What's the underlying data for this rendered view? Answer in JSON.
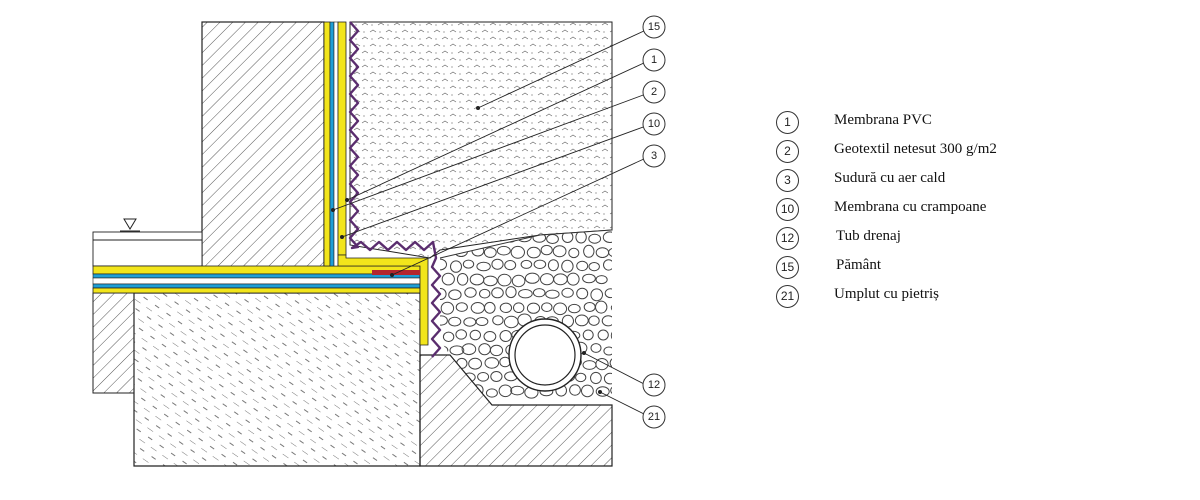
{
  "callouts": [
    "15",
    "1",
    "2",
    "10",
    "3",
    "12",
    "21"
  ],
  "legend": [
    {
      "num": "1",
      "label": "Membrana PVC"
    },
    {
      "num": "2",
      "label": "Geotextil netesut 300 g/m2"
    },
    {
      "num": "3",
      "label": "Sudură cu aer cald"
    },
    {
      "num": "10",
      "label": "Membrana cu crampoane"
    },
    {
      "num": "12",
      "label": "Tub drenaj"
    },
    {
      "num": "15",
      "label": "Pământ"
    },
    {
      "num": "21",
      "label": "Umplut cu pietriș"
    }
  ],
  "colors": {
    "membrane_pvc": "#1e9fd6",
    "geotextile": "#f2e51b",
    "studded_membrane": "#5a2d6e",
    "weld": "#b3262e",
    "concrete_hatch": "#333333",
    "gravel": "#444444"
  }
}
